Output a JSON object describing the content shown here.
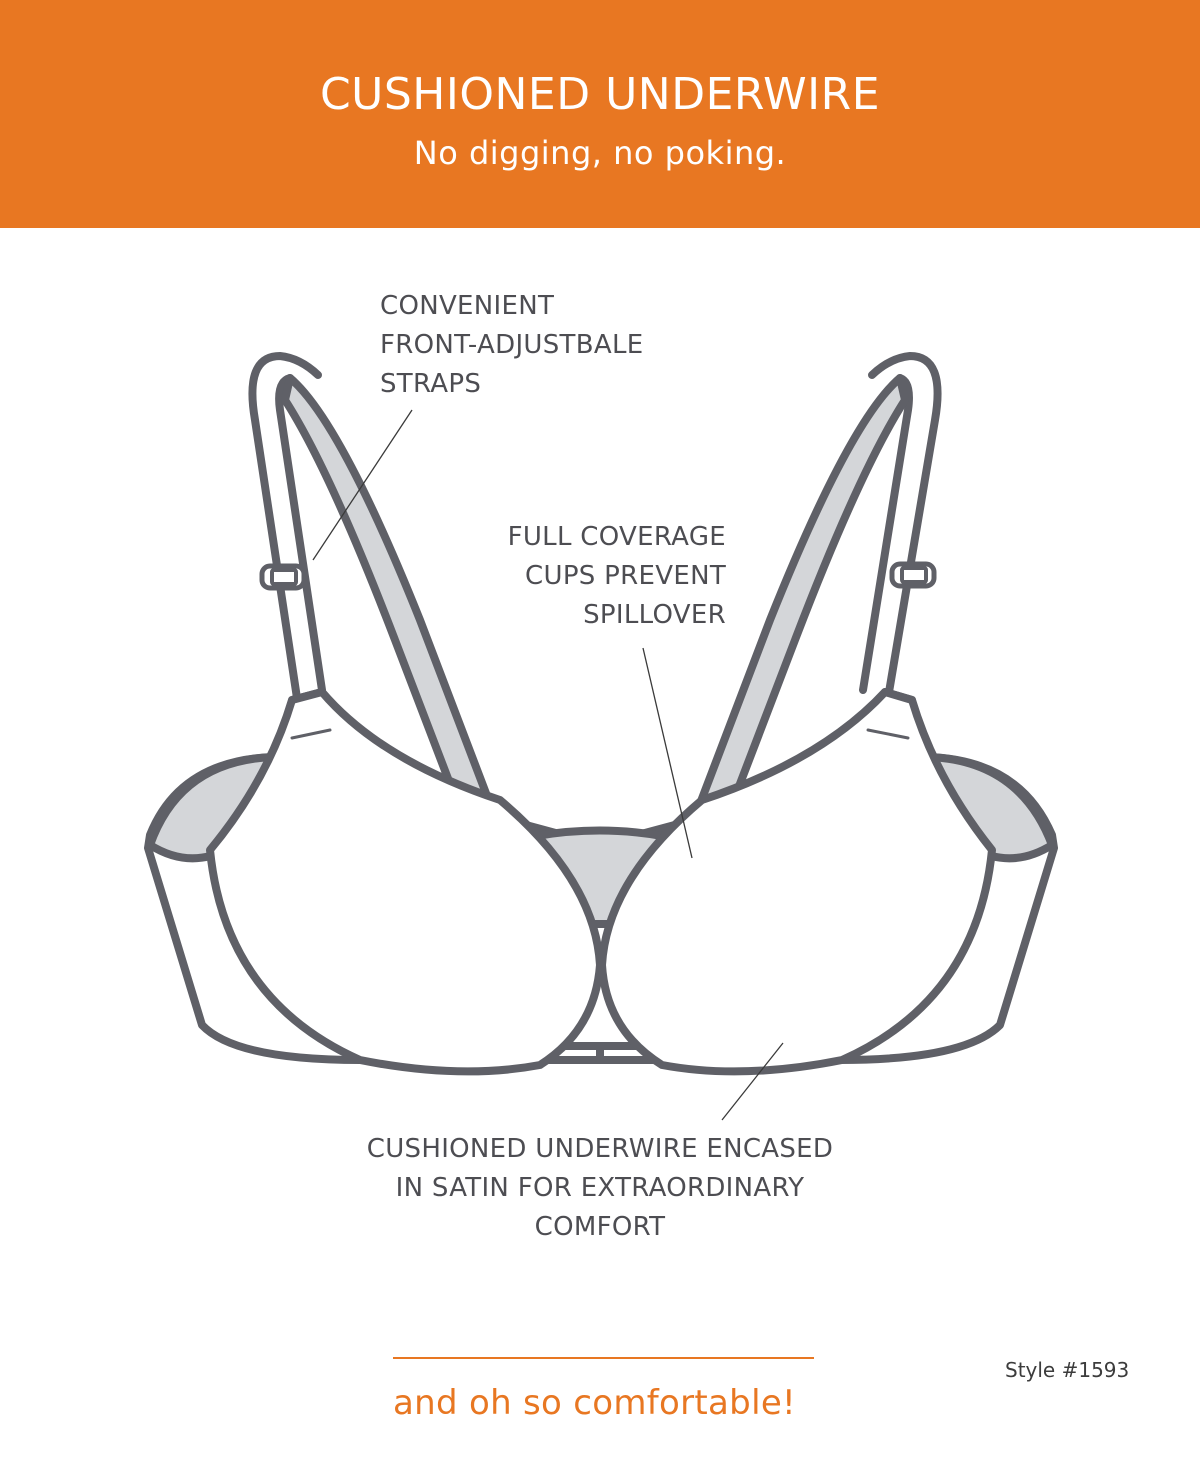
{
  "header": {
    "title": "CUSHIONED UNDERWIRE",
    "subtitle": "No digging, no poking.",
    "background_color": "#e87722",
    "text_color": "#ffffff"
  },
  "illustration": {
    "subject": "underwire bra line drawing",
    "outline_color": "#5f6067",
    "fill_color": "#d4d6d9"
  },
  "callouts": {
    "straps": {
      "lines": [
        "CONVENIENT",
        "FRONT-ADJUSTBALE",
        "STRAPS"
      ]
    },
    "cups": {
      "lines": [
        "FULL COVERAGE",
        "CUPS PREVENT",
        "SPILLOVER"
      ]
    },
    "underwire": {
      "lines": [
        "CUSHIONED UNDERWIRE ENCASED",
        "IN SATIN FOR EXTRAORDINARY",
        "COMFORT"
      ]
    },
    "text_color": "#4d4d52"
  },
  "footer": {
    "tagline": "and oh so comfortable!",
    "style_number": "Style #1593",
    "accent_color": "#e87722"
  }
}
